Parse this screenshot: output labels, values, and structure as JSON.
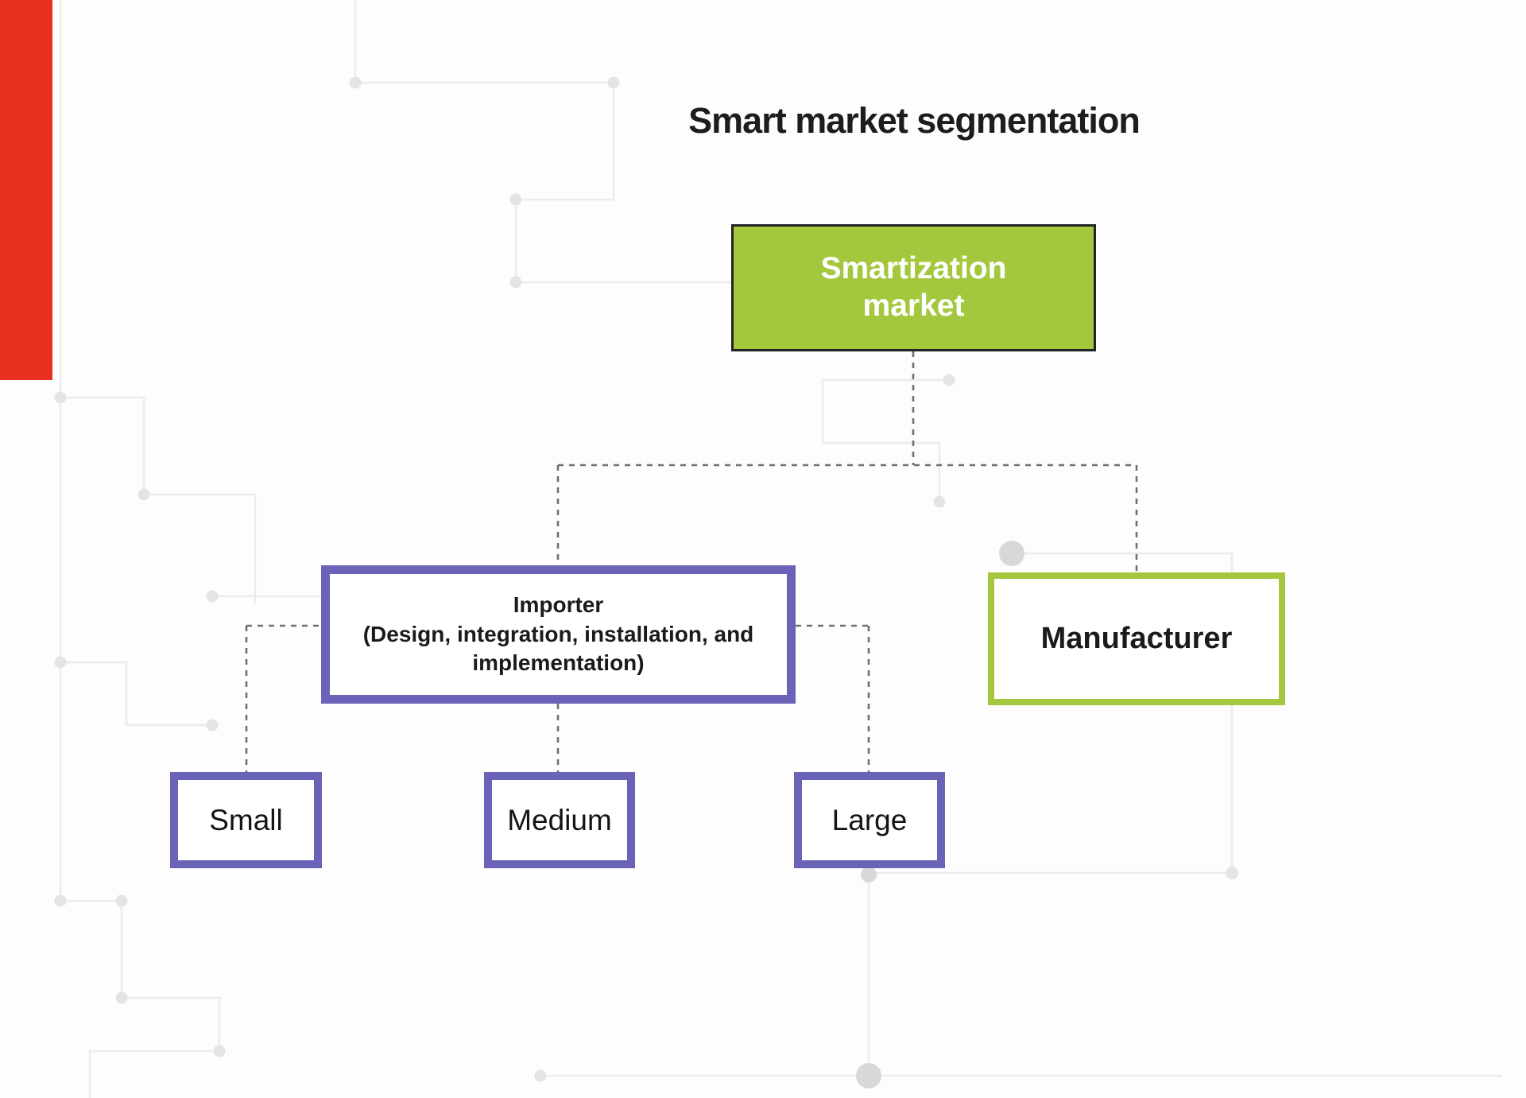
{
  "title": "Smart market segmentation",
  "nodes": {
    "root": {
      "label": "Smartization market"
    },
    "importer": {
      "title": "Importer",
      "subtitle": "(Design, integration, installation, and implementation)"
    },
    "manufacturer": {
      "label": "Manufacturer"
    },
    "small": {
      "label": "Small"
    },
    "medium": {
      "label": "Medium"
    },
    "large": {
      "label": "Large"
    }
  },
  "colors": {
    "green": "#a4c83d",
    "purple": "#6a63b7",
    "red": "#e8301f",
    "connector": "#707070",
    "trace": "#ececec",
    "text": "#1b1b1b"
  }
}
